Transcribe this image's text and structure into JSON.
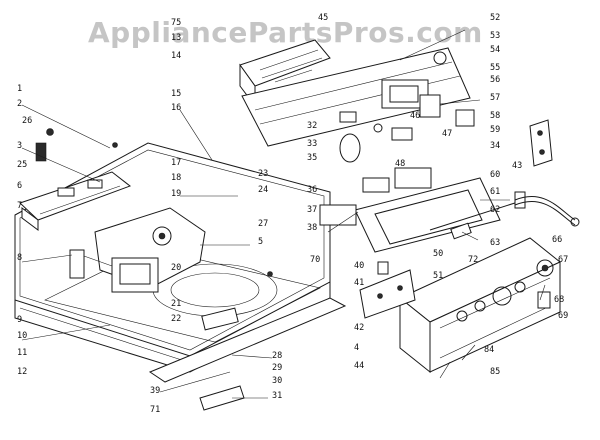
{
  "watermark": "AppliancePartsPros.com",
  "callouts": [
    {
      "id": "75"
    },
    {
      "id": "45"
    },
    {
      "id": "52"
    },
    {
      "id": "13"
    },
    {
      "id": "53"
    },
    {
      "id": "14"
    },
    {
      "id": "54"
    },
    {
      "id": "55"
    },
    {
      "id": "15"
    },
    {
      "id": "56"
    },
    {
      "id": "57"
    },
    {
      "id": "16"
    },
    {
      "id": "2"
    },
    {
      "id": "26"
    },
    {
      "id": "3"
    },
    {
      "id": "32"
    },
    {
      "id": "46"
    },
    {
      "id": "47"
    },
    {
      "id": "58"
    },
    {
      "id": "59"
    },
    {
      "id": "33"
    },
    {
      "id": "48"
    },
    {
      "id": "25"
    },
    {
      "id": "34"
    },
    {
      "id": "35"
    },
    {
      "id": "36"
    },
    {
      "id": "43"
    },
    {
      "id": "6"
    },
    {
      "id": "17"
    },
    {
      "id": "60"
    },
    {
      "id": "18"
    },
    {
      "id": "23"
    },
    {
      "id": "19"
    },
    {
      "id": "24"
    },
    {
      "id": "61"
    },
    {
      "id": "7"
    },
    {
      "id": "27"
    },
    {
      "id": "37"
    },
    {
      "id": "62"
    },
    {
      "id": "38"
    },
    {
      "id": "5"
    },
    {
      "id": "8"
    },
    {
      "id": "63"
    },
    {
      "id": "66"
    },
    {
      "id": "20"
    },
    {
      "id": "70"
    },
    {
      "id": "50"
    },
    {
      "id": "40"
    },
    {
      "id": "51"
    },
    {
      "id": "72"
    },
    {
      "id": "67"
    },
    {
      "id": "41"
    },
    {
      "id": "21"
    },
    {
      "id": "68"
    },
    {
      "id": "9"
    },
    {
      "id": "69"
    },
    {
      "id": "22"
    },
    {
      "id": "10"
    },
    {
      "id": "42"
    },
    {
      "id": "11"
    },
    {
      "id": "4"
    },
    {
      "id": "12"
    },
    {
      "id": "84"
    },
    {
      "id": "44"
    },
    {
      "id": "28"
    },
    {
      "id": "29"
    },
    {
      "id": "85"
    },
    {
      "id": "30"
    },
    {
      "id": "39"
    },
    {
      "id": "31"
    },
    {
      "id": "71"
    },
    {
      "id": "1"
    }
  ]
}
